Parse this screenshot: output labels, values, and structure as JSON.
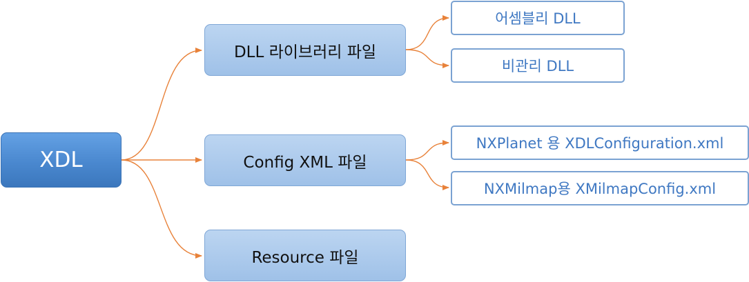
{
  "diagram": {
    "root": {
      "label": "XDL"
    },
    "branches": [
      {
        "label": "DLL 라이브러리 파일",
        "children": [
          "어셈블리 DLL",
          "비관리 DLL"
        ]
      },
      {
        "label": "Config XML 파일",
        "children": [
          "NXPlanet 용 XDLConfiguration.xml",
          "NXMilmap용 XMilmapConfig.xml"
        ]
      },
      {
        "label": "Resource 파일",
        "children": []
      }
    ],
    "colors": {
      "connector": "#e8823a",
      "root_fill": "#4a88cf",
      "branch_fill": "#a9c8ec",
      "leaf_border": "#7aa2d2",
      "leaf_text": "#3f78c2"
    }
  }
}
